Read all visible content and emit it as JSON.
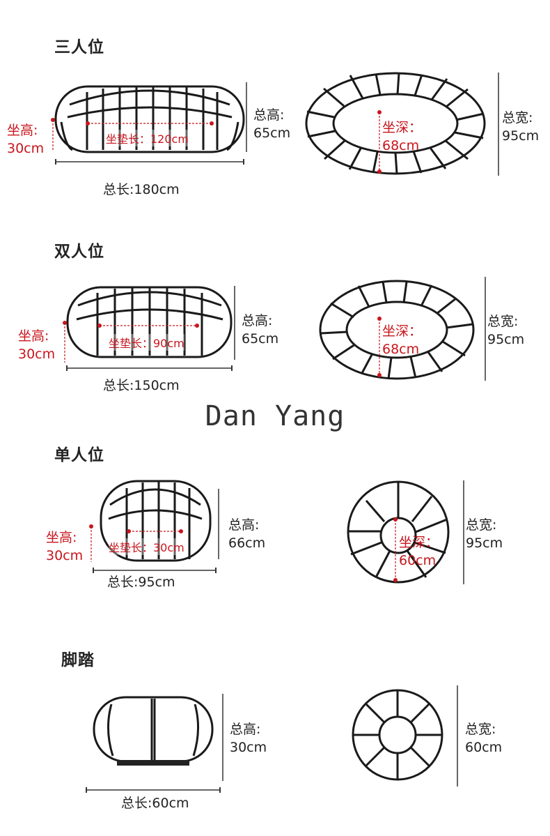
{
  "sections": [
    {
      "title": "三人位",
      "side": {
        "seat_height": [
          "坐高:",
          "30cm"
        ],
        "seat_length": "坐垫长：120cm",
        "total_height": [
          "总高:",
          "65cm"
        ],
        "total_length": "总长:180cm"
      },
      "top": {
        "seat_depth": [
          "坐深：",
          "68cm"
        ],
        "total_width": [
          "总宽:",
          "95cm"
        ]
      }
    },
    {
      "title": "双人位",
      "side": {
        "seat_height": [
          "坐高:",
          "30cm"
        ],
        "seat_length": "坐垫长：90cm",
        "total_height": [
          "总高:",
          "65cm"
        ],
        "total_length": "总长:150cm"
      },
      "top": {
        "seat_depth": [
          "坐深：",
          "68cm"
        ],
        "total_width": [
          "总宽:",
          "95cm"
        ]
      }
    },
    {
      "title": "单人位",
      "side": {
        "seat_height": [
          "坐高:",
          "30cm"
        ],
        "seat_length": "坐垫长：30cm",
        "total_height": [
          "总高:",
          "66cm"
        ],
        "total_length": "总长:95cm"
      },
      "top": {
        "seat_depth": [
          "坐深：",
          "60cm"
        ],
        "total_width": [
          "总宽:",
          "95cm"
        ]
      }
    },
    {
      "title": "脚踏",
      "side": {
        "total_height": [
          "总高:",
          "30cm"
        ],
        "total_length": "总长:60cm"
      },
      "top": {
        "total_width": [
          "总宽:",
          "60cm"
        ]
      }
    }
  ],
  "brand": "Dan Yang",
  "colors": {
    "accent": "#c8161d",
    "line": "#1a1a1a"
  }
}
